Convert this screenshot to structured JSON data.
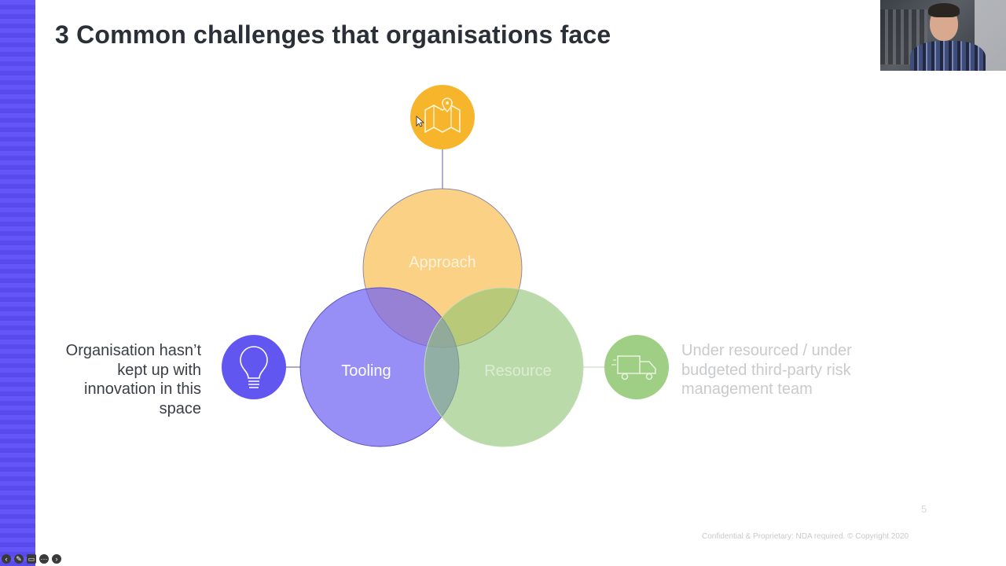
{
  "slide": {
    "title": "3 Common challenges that organisations face",
    "page_number": "5",
    "footer": "Confidential & Proprietary: NDA required. © Copyright 2020"
  },
  "diagram": {
    "circles": [
      {
        "label": "Approach",
        "color": "#f9c463",
        "icon": "map-pin-icon"
      },
      {
        "label": "Tooling",
        "color": "#6f63f2",
        "icon": "lightbulb-icon"
      },
      {
        "label": "Resource",
        "color": "#9ecf84",
        "icon": "truck-icon"
      }
    ],
    "left_text": "Organisation hasn’t kept up with innovation in this space",
    "right_text": "Under resourced / under budgeted third-party risk management team"
  },
  "presenter_controls": [
    "back-icon",
    "pen-icon",
    "captions-icon",
    "more-icon",
    "forward-icon"
  ],
  "colors": {
    "accent_bar": "#5b4cf5",
    "title": "#2b3038"
  }
}
